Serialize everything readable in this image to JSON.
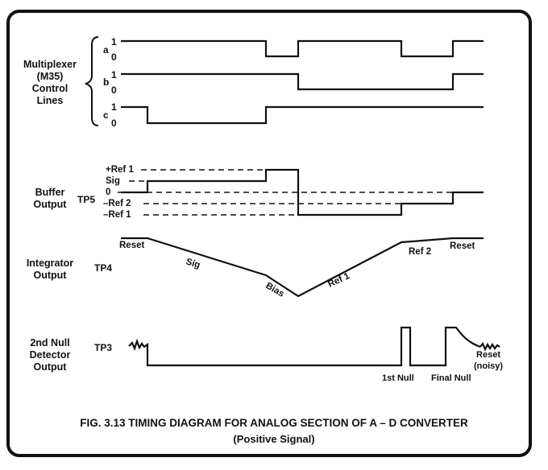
{
  "groups": {
    "multiplexer": [
      "Multiplexer",
      "(M35)",
      "Control",
      "Lines"
    ],
    "buffer": [
      "Buffer",
      "Output"
    ],
    "integrator": [
      "Integrator",
      "Output"
    ],
    "null_detector": [
      "2nd Null",
      "Detector",
      "Output"
    ]
  },
  "lines": {
    "a": "a",
    "b": "b",
    "c": "c",
    "one": "1",
    "zero": "0"
  },
  "test_points": {
    "tp5": "TP5",
    "tp4": "TP4",
    "tp3": "TP3"
  },
  "buffer_levels": {
    "ref_plus": "+Ref 1",
    "sig": "Sig",
    "zero": "0",
    "ref2": "–Ref 2",
    "ref_minus": "–Ref 1"
  },
  "integrator_phases": {
    "reset_left": "Reset",
    "sig": "Sig",
    "bias": "Bias",
    "ref1": "Ref 1",
    "ref2": "Ref 2",
    "reset_right": "Reset"
  },
  "null_labels": {
    "first_null": "1st Null",
    "final_null": "Final Null",
    "reset": "Reset",
    "reset_note": "(noisy)"
  },
  "caption": {
    "title": "FIG. 3.13   TIMING DIAGRAM FOR ANALOG SECTION OF A – D CONVERTER",
    "subtitle": "(Positive Signal)"
  }
}
